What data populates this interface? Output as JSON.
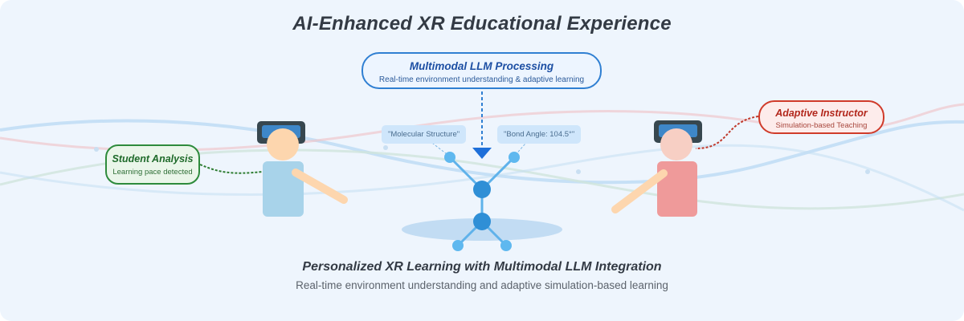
{
  "title": "AI-Enhanced XR Educational Experience",
  "llm_box": {
    "title": "Multimodal LLM Processing",
    "subtitle": "Real-time environment understanding & adaptive learning"
  },
  "callouts": {
    "left": "\"Molecular Structure\"",
    "right": "\"Bond Angle: 104.5°\""
  },
  "student_box": {
    "title": "Student Analysis",
    "subtitle": "Learning pace detected"
  },
  "instructor_box": {
    "title": "Adaptive Instructor",
    "subtitle": "Simulation-based Teaching"
  },
  "caption": {
    "title": "Personalized XR Learning with Multimodal LLM Integration",
    "subtitle": "Real-time environment understanding and adaptive simulation-based learning"
  },
  "colors": {
    "background": "#eef5fd",
    "llm_accent": "#2f7fd2",
    "student_accent": "#2e8b3c",
    "instructor_accent": "#d03b2a",
    "molecule_node": "#3d9be0",
    "student_body": "#a8d3ea",
    "instructor_body": "#ef9a9a",
    "skin": "#fdd6ae",
    "headset": "#37474f"
  },
  "icons": {
    "student": "vr-headset-student",
    "instructor": "vr-headset-instructor",
    "molecule": "molecule-model",
    "arrow": "down-arrow"
  }
}
